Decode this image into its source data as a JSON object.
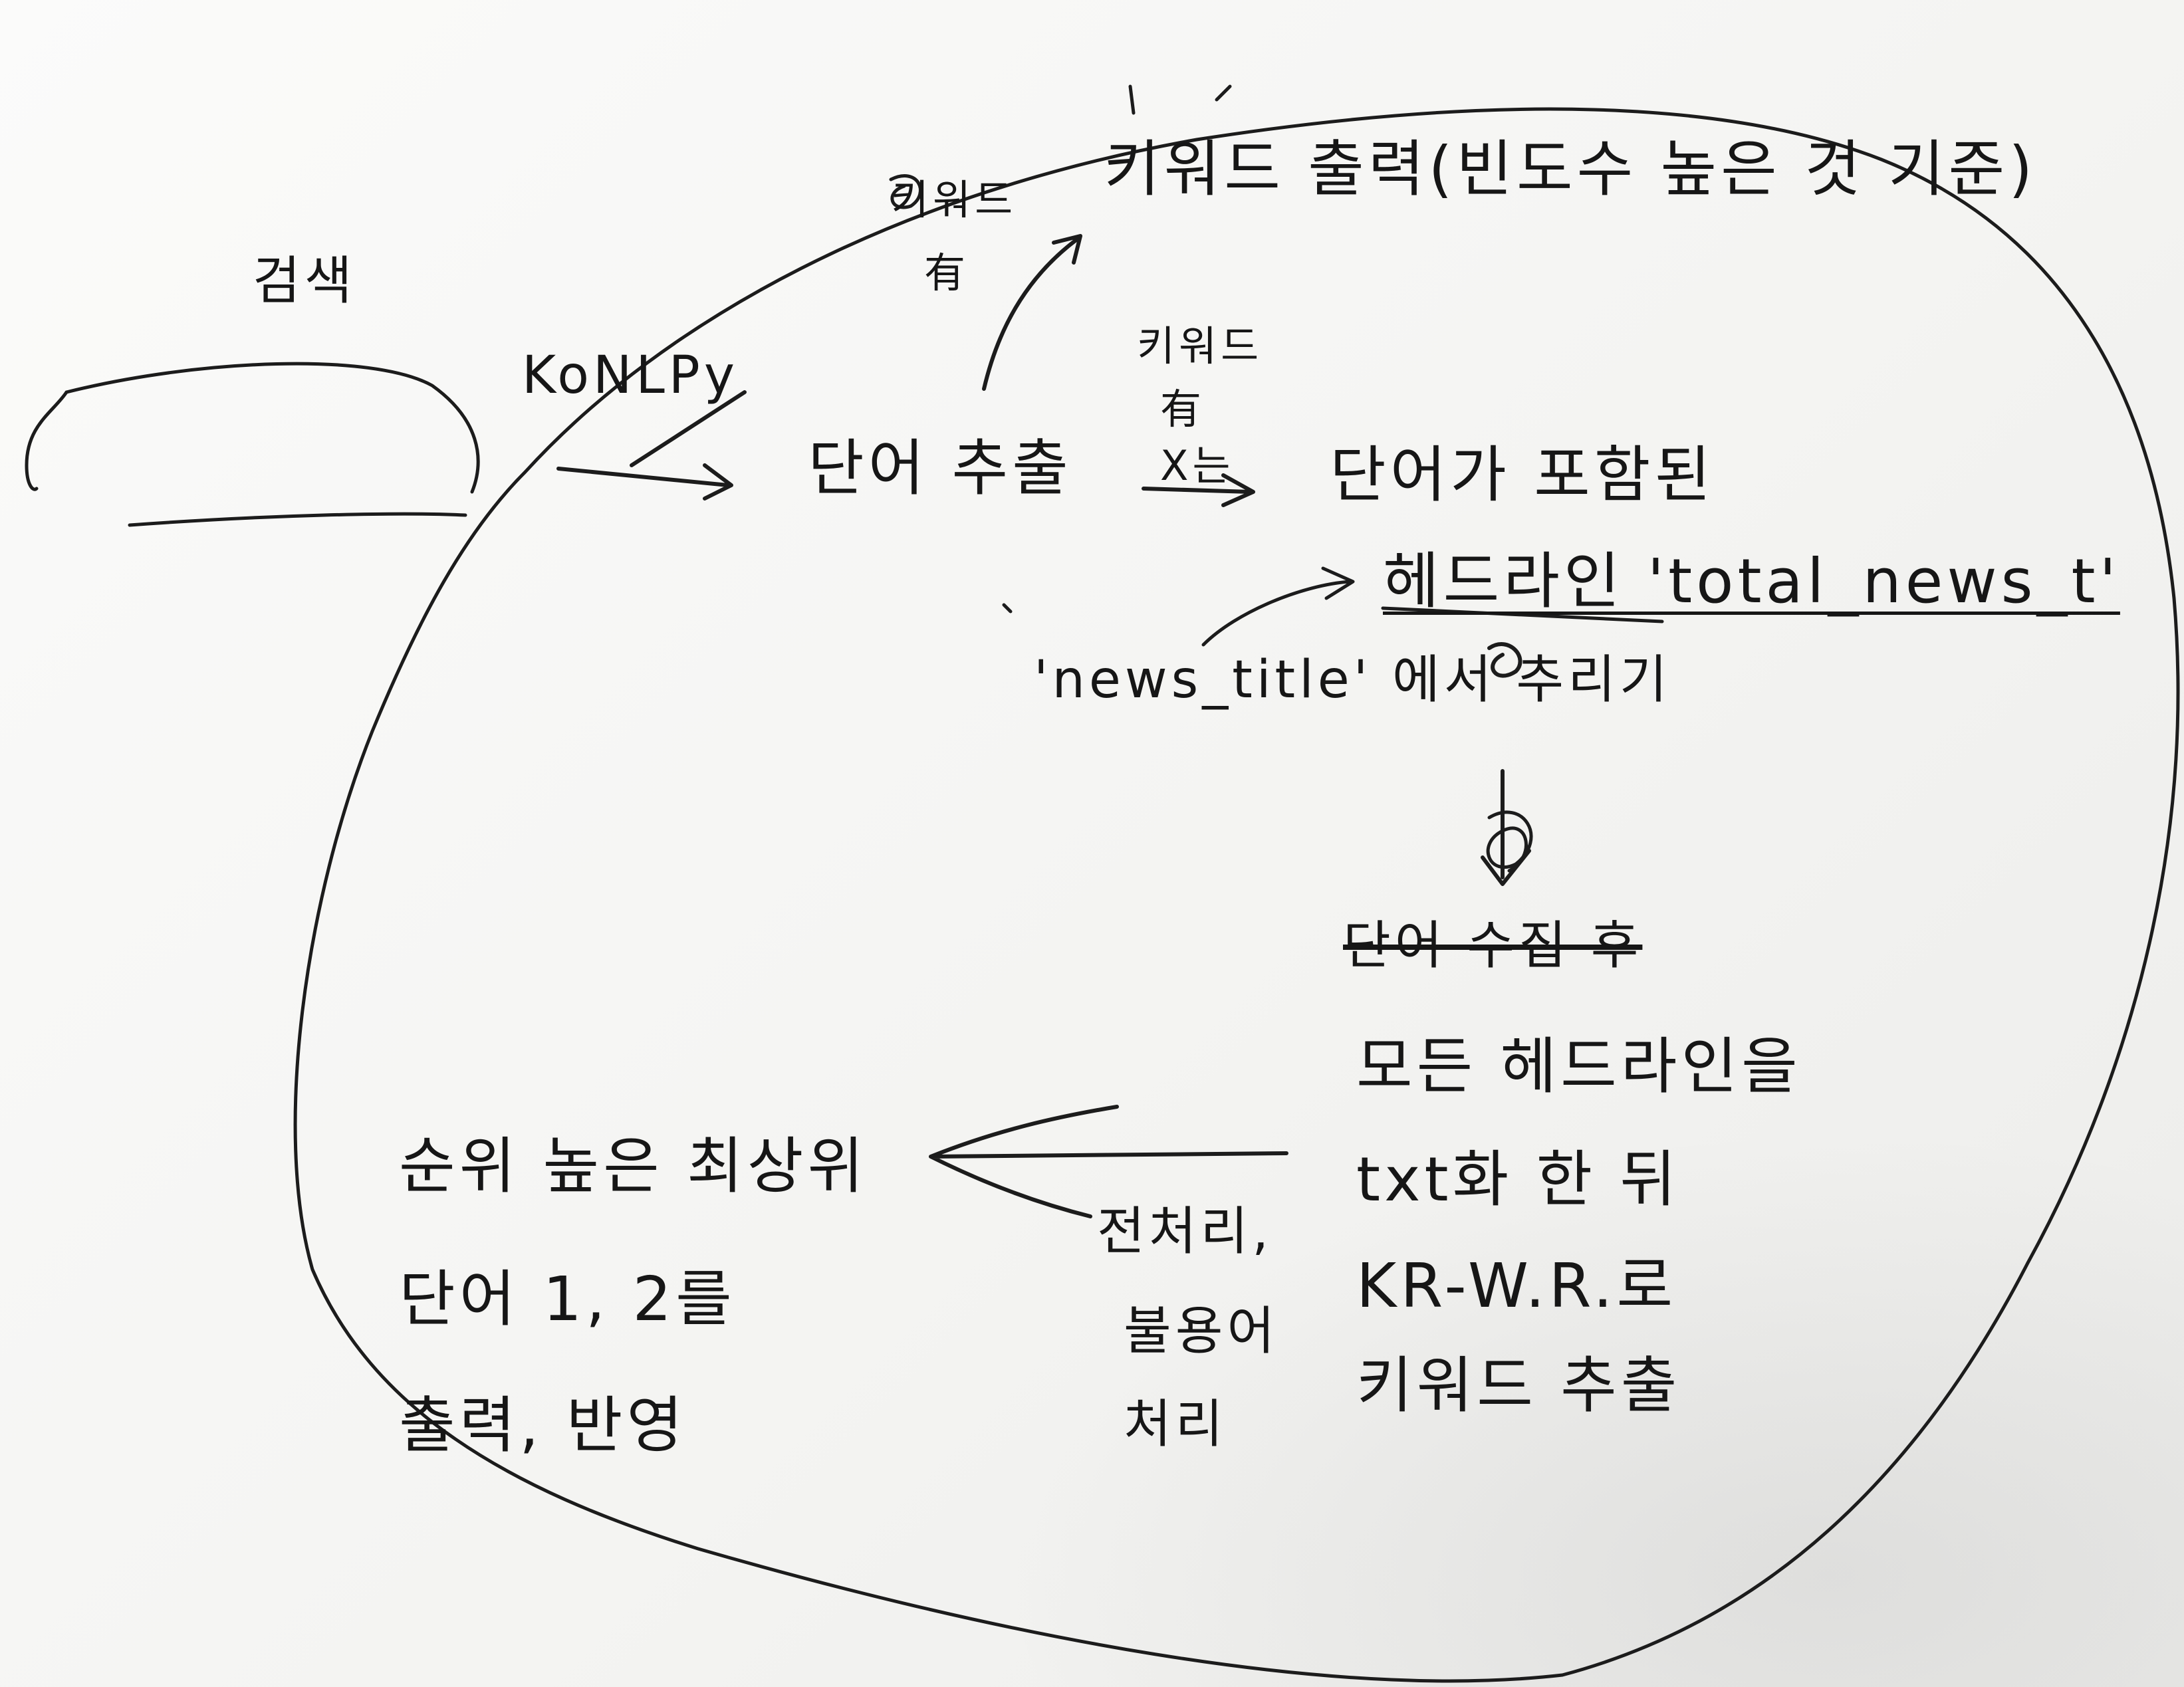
{
  "notes": {
    "search_label": "검색",
    "konlpy_label": "KoNLPy",
    "keyword_top": "키워드",
    "keyword_have": "有",
    "keyword_output": "키워드 출력(빈도수 높은 것 기준)",
    "word_extract": "단어 추출",
    "keyword_mid": "키워드",
    "keyword_mid_have": "有",
    "keyword_none": "X는",
    "contains_word": "단어가 포함된",
    "headline_total": "헤드라인 'total_news_t'",
    "news_title_extract": "'news_title' 에서 추리기",
    "struck_text": "단어 수집 후",
    "all_headlines": "모든 헤드라인을",
    "after_txt": "txt화 한 뒤",
    "kr_wordrank": "KR-W.R.로",
    "keyword_extract": "키워드 추출",
    "preprocess": "전처리,",
    "stopwords": "불용어",
    "process": "처리",
    "rank_top": "순위 높은 최상위",
    "word_12": "단어 1, 2를",
    "output_reflect": "출력, 반영"
  }
}
